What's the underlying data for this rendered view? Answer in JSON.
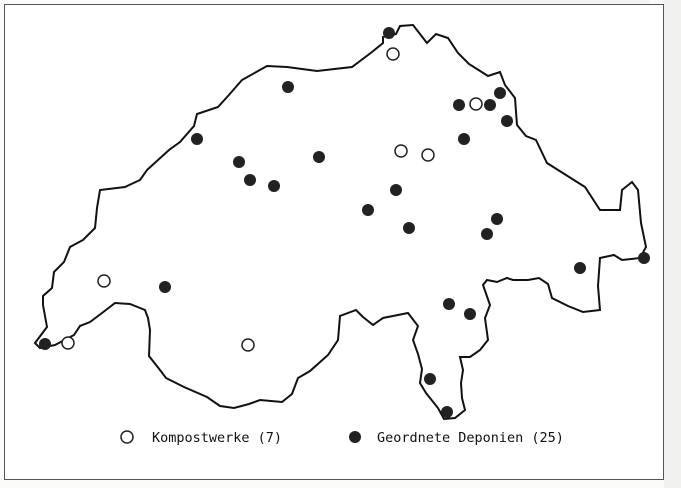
{
  "map": {
    "region": "Switzerland",
    "legend": [
      {
        "key": "kompostwerke",
        "label": "Kompostwerke (7)",
        "symbol": "open-circle"
      },
      {
        "key": "deponien",
        "label": "Geordnete Deponien (25)",
        "symbol": "filled-circle"
      }
    ],
    "colors": {
      "outline": "#111111",
      "filled_marker": "#222222",
      "open_marker_fill": "#ffffff",
      "frame": "#555555"
    }
  }
}
